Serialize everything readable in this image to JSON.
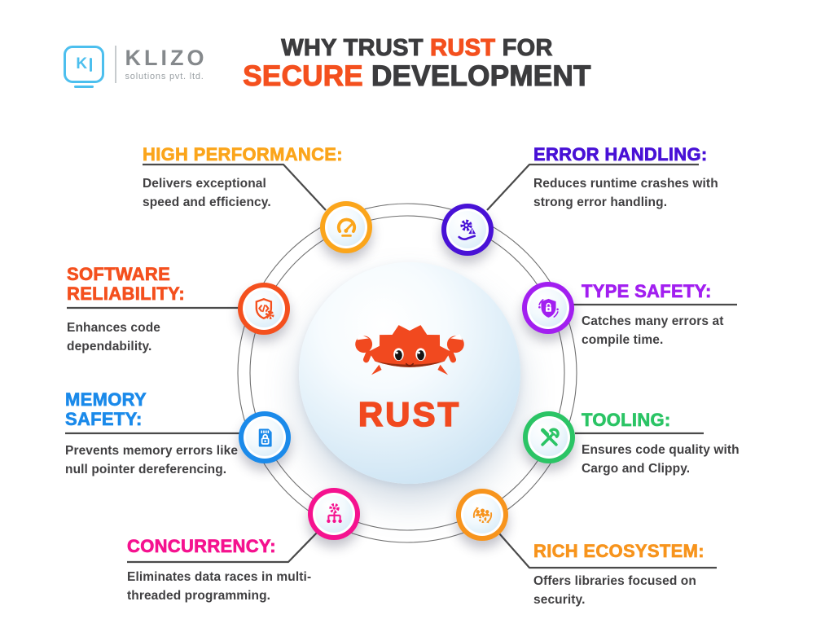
{
  "canvas": {
    "background": "#ffffff",
    "connector_color": "#4a4a4a",
    "ring_color": "#707070"
  },
  "header": {
    "logo": {
      "monogram": "K",
      "brand": "KLIZO",
      "tagline": "solutions pvt. ltd.",
      "brand_color": "#85898c",
      "mark_color": "#4cbfee"
    },
    "title": {
      "line1_pre": "WHY TRUST ",
      "line1_accent": "RUST",
      "line1_post": " FOR",
      "line2_accent": "SECURE",
      "line2_post": " DEVELOPMENT",
      "accent_color": "#F4501E",
      "dark_color": "#3c3c3e"
    }
  },
  "center": {
    "mascot": "rust-crab-ferris",
    "label": "RUST",
    "label_color": "#F1491F"
  },
  "features": [
    {
      "id": "high-performance",
      "title": "HIGH PERFORMANCE:",
      "description": "Delivers exceptional speed and efficiency.",
      "color": "#FBA51B",
      "icon": "speedometer-icon"
    },
    {
      "id": "error-handling",
      "title": "ERROR HANDLING:",
      "description": "Reduces runtime crashes with strong error handling.",
      "color": "#4811D6",
      "icon": "gear-warning-hand-icon"
    },
    {
      "id": "software-reliability",
      "title": "SOFTWARE RELIABILITY:",
      "description": "Enhances code dependability.",
      "color": "#F4501E",
      "icon": "shield-code-gear-icon"
    },
    {
      "id": "type-safety",
      "title": "TYPE SAFETY:",
      "description": "Catches many errors at compile time.",
      "color": "#A21FF0",
      "icon": "shield-lock-icon"
    },
    {
      "id": "memory-safety",
      "title": "MEMORY SAFETY:",
      "description": "Prevents memory errors like null pointer dereferencing.",
      "color": "#1B8AEA",
      "icon": "memory-card-lock-icon"
    },
    {
      "id": "tooling",
      "title": "TOOLING:",
      "description": "Ensures code quality with Cargo and Clippy.",
      "color": "#2BC465",
      "icon": "wrench-screwdriver-icon"
    },
    {
      "id": "concurrency",
      "title": "CONCURRENCY:",
      "description": "Eliminates data races in multi-threaded programming.",
      "color": "#F5128F",
      "icon": "gear-threads-icon"
    },
    {
      "id": "rich-ecosystem",
      "title": "RICH ECOSYSTEM:",
      "description": "Offers libraries focused on security.",
      "color": "#F7941D",
      "icon": "community-arrows-icon"
    }
  ]
}
